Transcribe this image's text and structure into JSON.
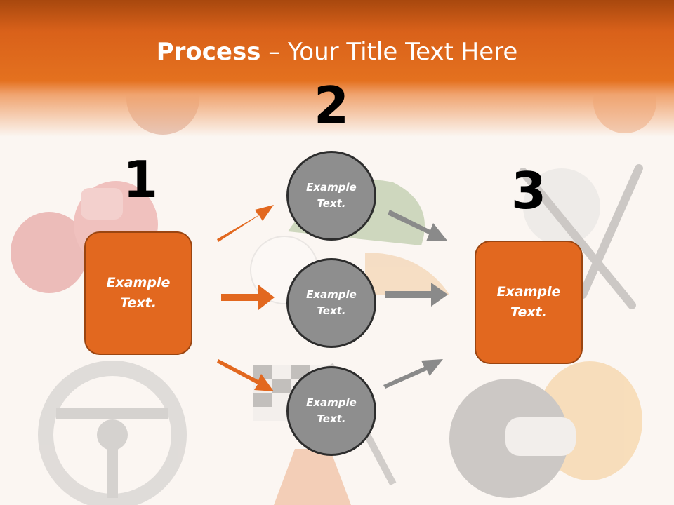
{
  "title": {
    "bold": "Process",
    "rest": " – Your Title Text Here"
  },
  "numbers": [
    "1",
    "2",
    "3"
  ],
  "step1": {
    "line1": "Example",
    "line2": "Text."
  },
  "step2": [
    {
      "line1": "Example",
      "line2": "Text."
    },
    {
      "line1": "Example",
      "line2": "Text."
    },
    {
      "line1": "Example",
      "line2": "Text."
    }
  ],
  "step3": {
    "line1": "Example",
    "line2": "Text."
  },
  "colors": {
    "accent": "#e2681f",
    "header": "#d9611a",
    "circle": "#8e8e8e",
    "gray_arrow": "#8a8a8a"
  },
  "background_icons": [
    "cricket-ball-icon",
    "boxing-glove-icon",
    "baseball-cap-icon",
    "baseball-icon",
    "hockey-sticks-icon",
    "golf-ball-icon",
    "steering-wheel-icon",
    "checkered-flag-icon",
    "traffic-cone-icon",
    "racing-helmet-icon"
  ]
}
